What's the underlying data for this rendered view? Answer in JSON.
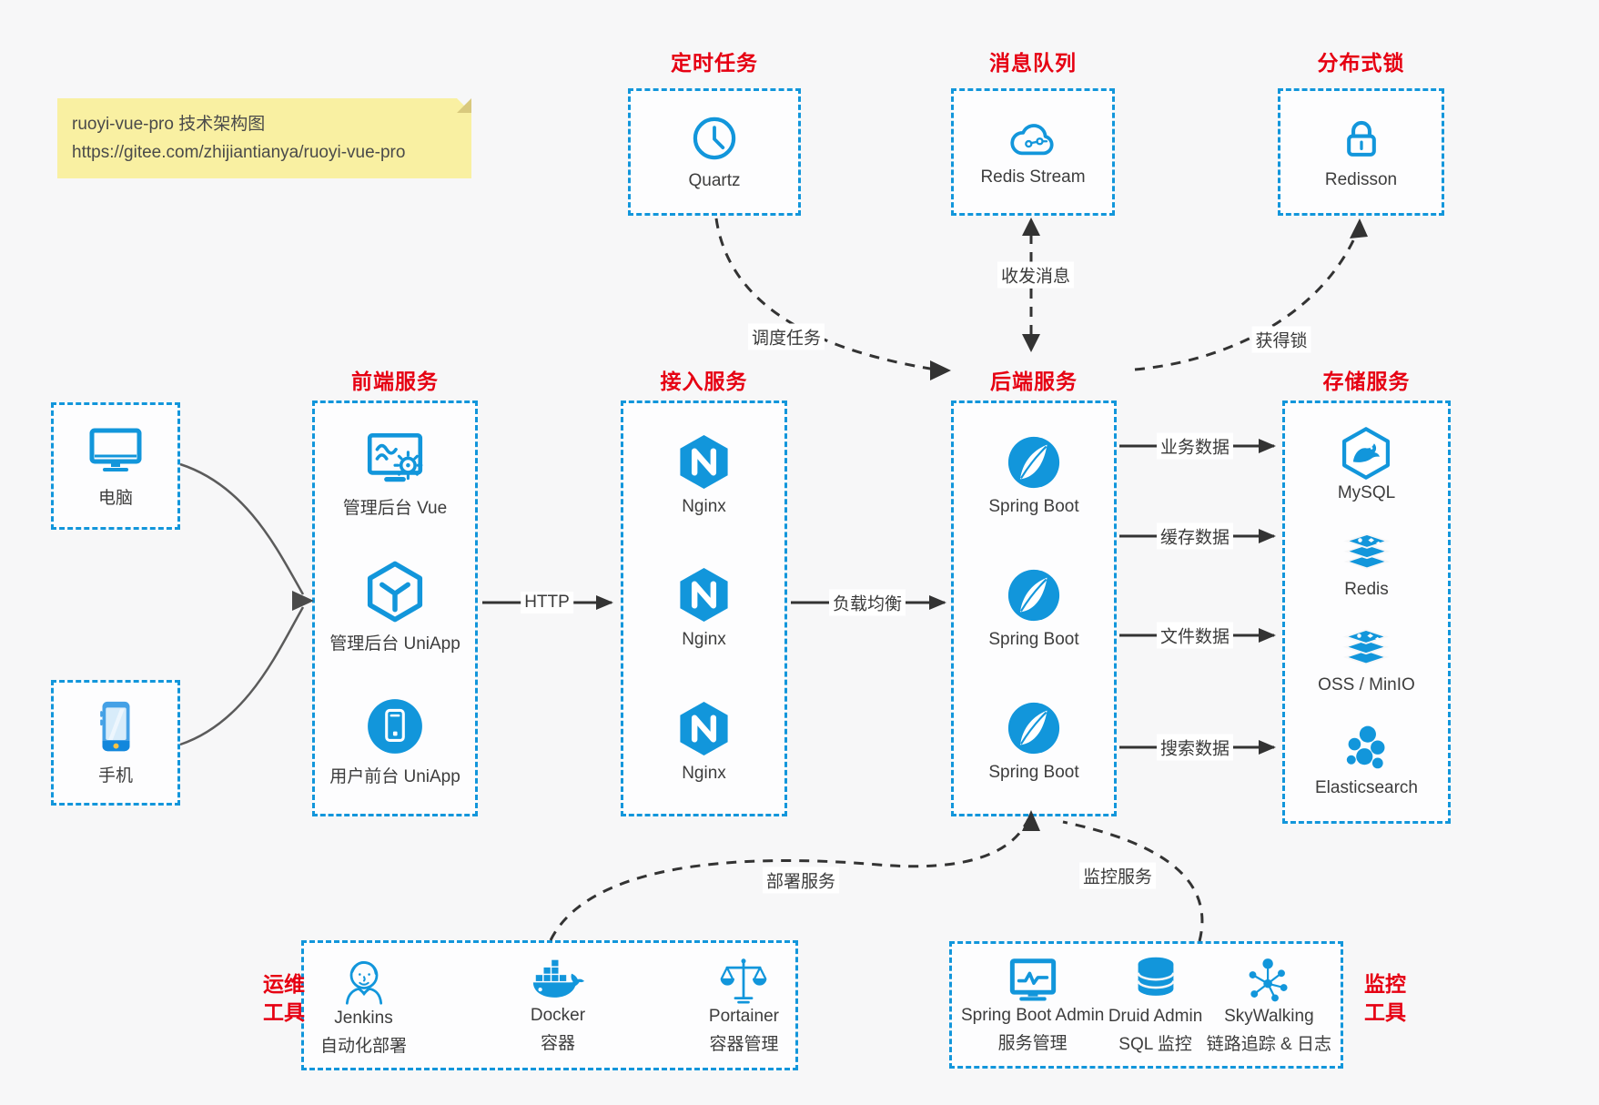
{
  "note": {
    "title": "ruoyi-vue-pro 技术架构图",
    "url": "https://gitee.com/zhijiantianya/ruoyi-vue-pro"
  },
  "colors": {
    "accent_blue": "#1296db",
    "title_red": "#e60012",
    "line_dark": "#333333",
    "note_bg": "#f9f0a2",
    "background": "#f7f7f8"
  },
  "top": {
    "scheduler": {
      "title": "定时任务",
      "item": {
        "label": "Quartz",
        "icon": "clock-icon"
      }
    },
    "queue": {
      "title": "消息队列",
      "item": {
        "label": "Redis Stream",
        "icon": "redis-stream-cloud-icon"
      }
    },
    "lock": {
      "title": "分布式锁",
      "item": {
        "label": "Redisson",
        "icon": "lock-icon"
      }
    }
  },
  "clients": {
    "pc": {
      "label": "电脑",
      "icon": "desktop-icon"
    },
    "mobile": {
      "label": "手机",
      "icon": "smartphone-icon"
    }
  },
  "frontend": {
    "title": "前端服务",
    "items": [
      {
        "label": "管理后台 Vue",
        "icon": "admin-vue-icon"
      },
      {
        "label": "管理后台 UniApp",
        "icon": "uniapp-hexagon-icon"
      },
      {
        "label": "用户前台 UniApp",
        "icon": "user-app-icon"
      }
    ]
  },
  "gateway": {
    "title": "接入服务",
    "items": [
      {
        "label": "Nginx",
        "icon": "nginx-icon"
      },
      {
        "label": "Nginx",
        "icon": "nginx-icon"
      },
      {
        "label": "Nginx",
        "icon": "nginx-icon"
      }
    ]
  },
  "backend": {
    "title": "后端服务",
    "items": [
      {
        "label": "Spring Boot",
        "icon": "spring-boot-icon"
      },
      {
        "label": "Spring Boot",
        "icon": "spring-boot-icon"
      },
      {
        "label": "Spring Boot",
        "icon": "spring-boot-icon"
      }
    ]
  },
  "storage": {
    "title": "存储服务",
    "items": [
      {
        "label": "MySQL",
        "icon": "mysql-icon"
      },
      {
        "label": "Redis",
        "icon": "redis-stack-icon"
      },
      {
        "label": "OSS / MinIO",
        "icon": "oss-minio-stack-icon"
      },
      {
        "label": "Elasticsearch",
        "icon": "elasticsearch-icon"
      }
    ]
  },
  "edges": {
    "schedule": "调度任务",
    "messages": "收发消息",
    "acquire_lock": "获得锁",
    "http": "HTTP",
    "load_balance": "负载均衡",
    "business_data": "业务数据",
    "cache_data": "缓存数据",
    "file_data": "文件数据",
    "search_data": "搜索数据",
    "deploy": "部署服务",
    "monitor": "监控服务"
  },
  "ops": {
    "title_line1": "运维",
    "title_line2": "工具",
    "items": [
      {
        "name": "Jenkins",
        "desc": "自动化部署",
        "icon": "jenkins-icon"
      },
      {
        "name": "Docker",
        "desc": "容器",
        "icon": "docker-whale-icon"
      },
      {
        "name": "Portainer",
        "desc": "容器管理",
        "icon": "portainer-scales-icon"
      }
    ]
  },
  "monitoring": {
    "title_line1": "监控",
    "title_line2": "工具",
    "items": [
      {
        "name": "Spring Boot Admin",
        "desc": "服务管理",
        "icon": "spring-boot-admin-icon"
      },
      {
        "name": "Druid Admin",
        "desc": "SQL 监控",
        "icon": "druid-database-icon"
      },
      {
        "name": "SkyWalking",
        "desc": "链路追踪 & 日志",
        "icon": "skywalking-icon"
      }
    ]
  }
}
